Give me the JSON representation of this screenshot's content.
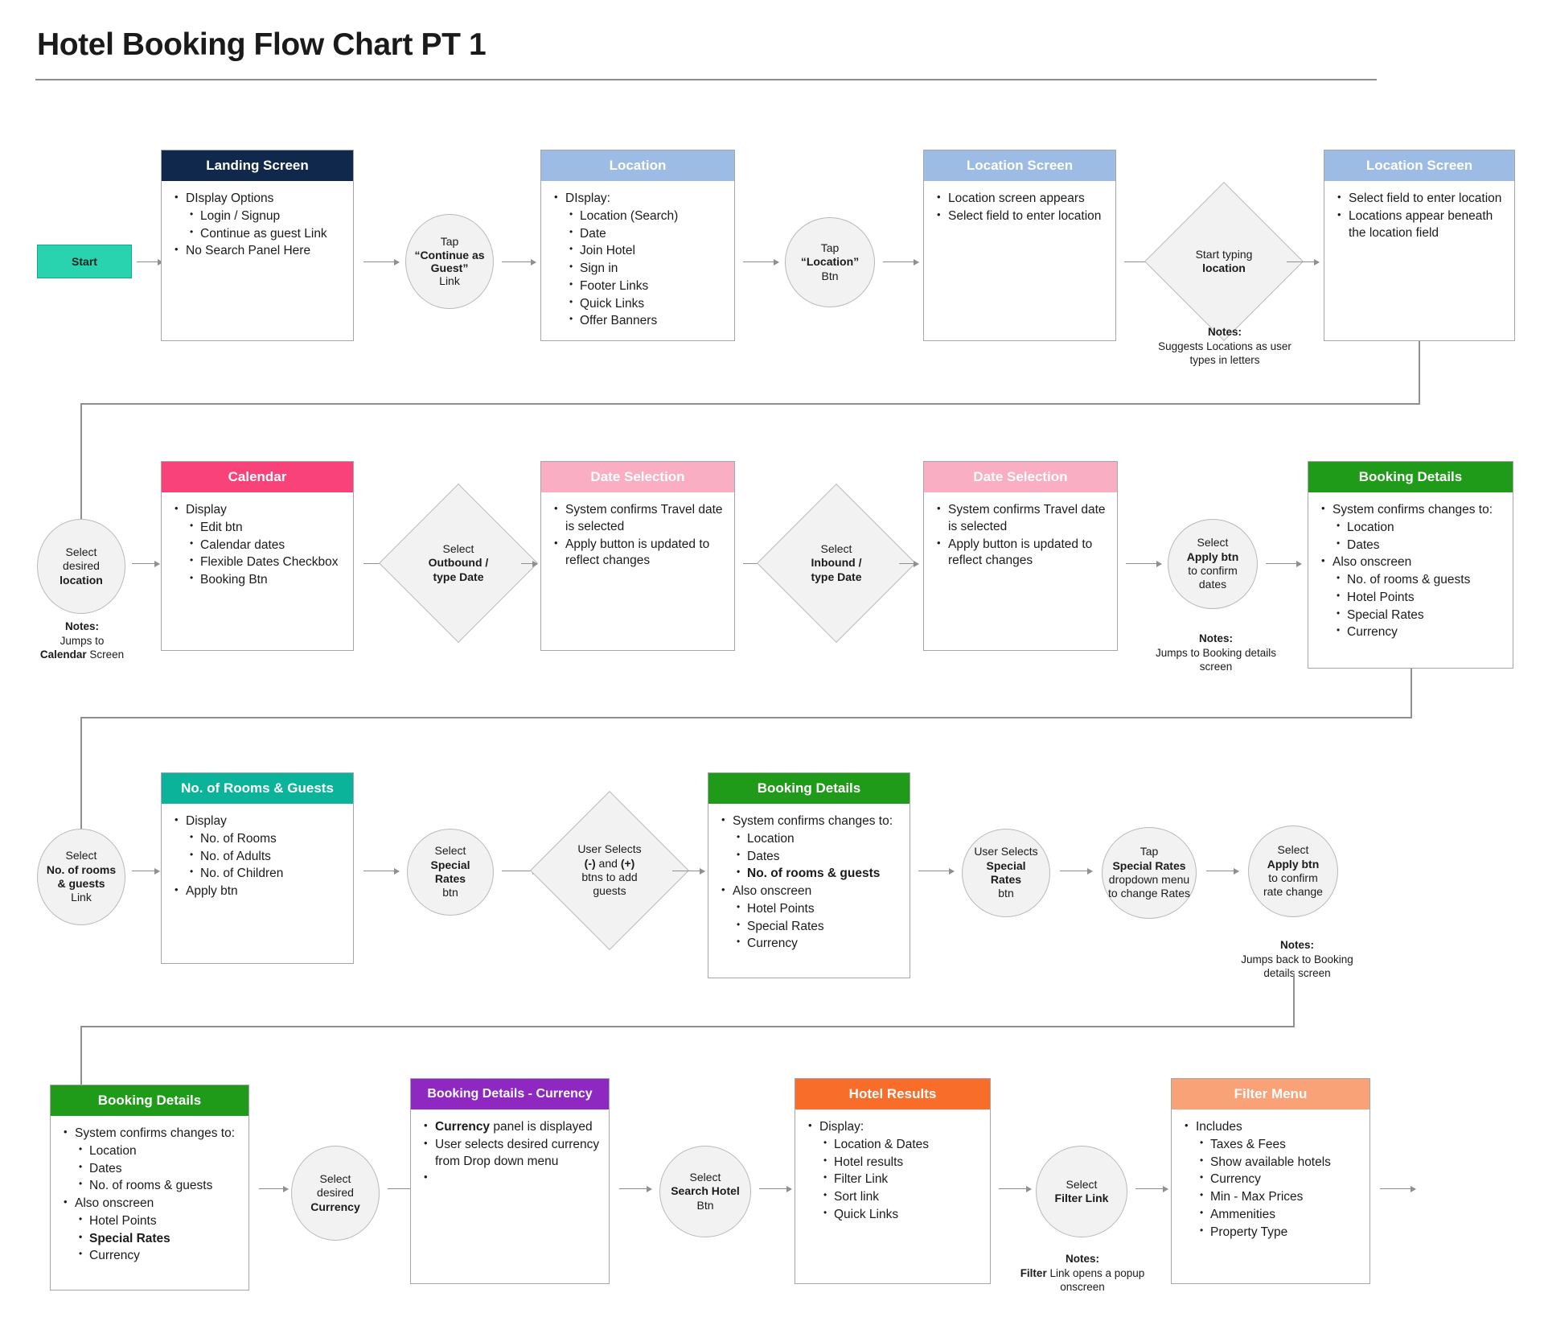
{
  "page": {
    "title": "Hotel Booking Flow Chart PT 1"
  },
  "colors": {
    "navy": "#10284c",
    "blue": "#9cbce5",
    "pink": "#f9427a",
    "lightpink": "#f9aec4",
    "green": "#1f9b19",
    "teal": "#0bb39a",
    "purple": "#8f27c1",
    "orange": "#f96d2b",
    "lightorange": "#f9a278",
    "start": "#2ad3b0",
    "nodefill": "#f2f2f2",
    "nodestroke": "#b9b9b9",
    "connector": "#8f8f8f"
  },
  "row1": {
    "start": {
      "label": "Start"
    },
    "landing_screen": {
      "title": "Landing Screen",
      "items": [
        {
          "level": 1,
          "text": "DIsplay Options"
        },
        {
          "level": 2,
          "text": "Login / Signup"
        },
        {
          "level": 2,
          "text": "Continue as guest Link"
        },
        {
          "level": 1,
          "text": "No Search Panel Here"
        }
      ]
    },
    "tap_guest": {
      "line1": "Tap",
      "line2": "“Continue as Guest”",
      "line3": "Link"
    },
    "location_card": {
      "title": "Location",
      "items": [
        {
          "level": 1,
          "text": "DIsplay:"
        },
        {
          "level": 2,
          "text": "Location (Search)"
        },
        {
          "level": 2,
          "text": "Date"
        },
        {
          "level": 2,
          "text": "Join Hotel"
        },
        {
          "level": 2,
          "text": "Sign in"
        },
        {
          "level": 2,
          "text": "Footer Links"
        },
        {
          "level": 2,
          "text": "Quick Links"
        },
        {
          "level": 2,
          "text": "Offer Banners"
        }
      ]
    },
    "tap_location": {
      "line1": "Tap",
      "line2": "“Location”",
      "line3": "Btn"
    },
    "location_screen_1": {
      "title": "Location Screen",
      "items": [
        {
          "level": 1,
          "text": "Location screen appears"
        },
        {
          "level": 1,
          "text": "Select field to enter location"
        }
      ]
    },
    "start_typing": {
      "line1": "Start typing",
      "line2": "location"
    },
    "typing_notes": {
      "label": "Notes:",
      "text": "Suggests Locations as user types in letters"
    },
    "location_screen_2": {
      "title": "Location Screen",
      "items": [
        {
          "level": 1,
          "text": "Select field to enter location"
        },
        {
          "level": 1,
          "text": "Locations appear beneath the location field"
        }
      ]
    }
  },
  "row2": {
    "select_location": {
      "line1": "Select",
      "line2": "desired",
      "line3": "location"
    },
    "location_notes": {
      "label": "Notes:",
      "line1": "Jumps to",
      "line2": "Calendar",
      "line2b": " Screen"
    },
    "calendar": {
      "title": "Calendar",
      "items": [
        {
          "level": 1,
          "text": "Display"
        },
        {
          "level": 2,
          "text": "Edit btn"
        },
        {
          "level": 2,
          "text": "Calendar dates"
        },
        {
          "level": 2,
          "text": "Flexible Dates Checkbox"
        },
        {
          "level": 2,
          "text": "Booking Btn"
        }
      ]
    },
    "select_outbound": {
      "line1": "Select",
      "line2": "Outbound /",
      "line3": "type Date"
    },
    "date_selection_1": {
      "title": "Date Selection",
      "items": [
        {
          "level": 1,
          "text": "System confirms Travel date is selected"
        },
        {
          "level": 1,
          "text": "Apply button is updated to reflect changes"
        }
      ]
    },
    "select_inbound": {
      "line1": "Select",
      "line2": "Inbound /",
      "line3": "type Date"
    },
    "date_selection_2": {
      "title": "Date Selection",
      "items": [
        {
          "level": 1,
          "text": "System confirms Travel date is selected"
        },
        {
          "level": 1,
          "text": "Apply button is updated to reflect changes"
        }
      ]
    },
    "select_apply": {
      "line1": "Select",
      "line2": "Apply btn",
      "line3": "to confirm",
      "line4": "dates"
    },
    "apply_notes": {
      "label": "Notes:",
      "text": "Jumps to Booking details screen"
    },
    "booking_details": {
      "title": "Booking Details",
      "items": [
        {
          "level": 1,
          "text": "System confirms changes to:"
        },
        {
          "level": 2,
          "text": "Location"
        },
        {
          "level": 2,
          "text": "Dates"
        },
        {
          "level": 1,
          "text": "Also onscreen"
        },
        {
          "level": 2,
          "text": "No. of rooms & guests"
        },
        {
          "level": 2,
          "text": "Hotel Points"
        },
        {
          "level": 2,
          "text": "Special Rates"
        },
        {
          "level": 2,
          "text": "Currency"
        }
      ]
    }
  },
  "row3": {
    "select_rooms": {
      "line1": "Select",
      "line2": "No. of rooms",
      "line2b": "& guests",
      "line3": "Link"
    },
    "rooms_guests": {
      "title": "No. of Rooms & Guests",
      "items": [
        {
          "level": 1,
          "text": "Display"
        },
        {
          "level": 2,
          "text": "No. of Rooms"
        },
        {
          "level": 2,
          "text": "No. of Adults"
        },
        {
          "level": 2,
          "text": "No. of Children"
        },
        {
          "level": 1,
          "text": "Apply btn"
        }
      ]
    },
    "select_special_rates_1": {
      "line1": "Select",
      "line2": "Special",
      "line2b": "Rates",
      "line3": "btn"
    },
    "user_selects_plusminus": {
      "line1": "User Selects",
      "line2": "(-)",
      "line2mid": " and ",
      "line2b": "(+)",
      "line3": "btns to add",
      "line4": "guests"
    },
    "booking_details": {
      "title": "Booking Details",
      "items": [
        {
          "level": 1,
          "text": "System confirms changes to:"
        },
        {
          "level": 2,
          "text": "Location"
        },
        {
          "level": 2,
          "text": "Dates"
        },
        {
          "level": 2,
          "text": "No. of rooms & guests",
          "bold": true
        },
        {
          "level": 1,
          "text": "Also onscreen"
        },
        {
          "level": 2,
          "text": "Hotel Points"
        },
        {
          "level": 2,
          "text": "Special Rates"
        },
        {
          "level": 2,
          "text": "Currency"
        }
      ]
    },
    "user_selects_special_rates": {
      "line1": "User Selects",
      "line2": "Special",
      "line2b": "Rates",
      "line3": "btn"
    },
    "tap_special_rates": {
      "line1": "Tap",
      "line2": "Special Rates",
      "line3": "dropdown menu",
      "line4": "to change Rates"
    },
    "select_apply_rate": {
      "line1": "Select",
      "line2": "Apply btn",
      "line3": "to confirm",
      "line4": "rate change"
    },
    "rate_notes": {
      "label": "Notes:",
      "text": "Jumps back to Booking details screen"
    }
  },
  "row4": {
    "booking_details": {
      "title": "Booking Details",
      "items": [
        {
          "level": 1,
          "text": "System confirms changes to:"
        },
        {
          "level": 2,
          "text": "Location"
        },
        {
          "level": 2,
          "text": "Dates"
        },
        {
          "level": 2,
          "text": "No. of rooms & guests"
        },
        {
          "level": 1,
          "text": "Also onscreen"
        },
        {
          "level": 2,
          "text": "Hotel Points"
        },
        {
          "level": 2,
          "text": "Special Rates",
          "bold": true
        },
        {
          "level": 2,
          "text": "Currency"
        }
      ]
    },
    "select_currency": {
      "line1": "Select",
      "line2": "desired",
      "line3": "Currency"
    },
    "booking_currency": {
      "title": "Booking Details - Currency",
      "items": [
        {
          "level": 1,
          "text": "Currency panel is displayed",
          "boldPrefix": "Currency"
        },
        {
          "level": 1,
          "text": "User selects desired currency from Drop down menu"
        },
        {
          "level": 1,
          "text": ""
        }
      ]
    },
    "select_search_hotel": {
      "line1": "Select",
      "line2": "Search Hotel",
      "line3": "Btn"
    },
    "hotel_results": {
      "title": "Hotel Results",
      "items": [
        {
          "level": 1,
          "text": "Display:"
        },
        {
          "level": 2,
          "text": "Location & Dates"
        },
        {
          "level": 2,
          "text": "Hotel results"
        },
        {
          "level": 2,
          "text": "Filter Link"
        },
        {
          "level": 2,
          "text": "Sort link"
        },
        {
          "level": 2,
          "text": "Quick Links"
        }
      ]
    },
    "select_filter_link": {
      "line1": "Select",
      "line2": "Filter Link"
    },
    "filter_notes": {
      "label": "Notes:",
      "bold": "Filter",
      "text": " Link opens a popup onscreen"
    },
    "filter_menu": {
      "title": "Filter Menu",
      "items": [
        {
          "level": 1,
          "text": "Includes"
        },
        {
          "level": 2,
          "text": "Taxes & Fees"
        },
        {
          "level": 2,
          "text": "Show available hotels"
        },
        {
          "level": 2,
          "text": "Currency"
        },
        {
          "level": 2,
          "text": "Min - Max Prices"
        },
        {
          "level": 2,
          "text": "Ammenities"
        },
        {
          "level": 2,
          "text": "Property Type"
        }
      ]
    }
  }
}
